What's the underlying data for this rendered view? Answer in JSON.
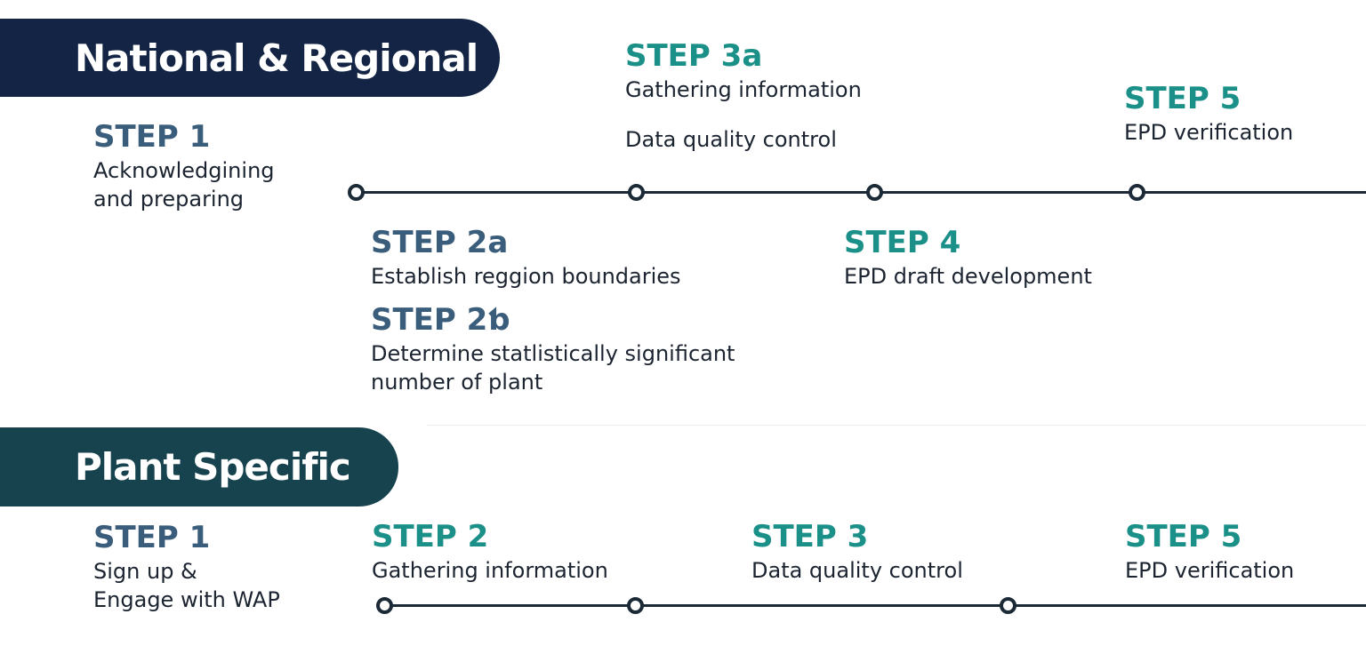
{
  "national": {
    "banner": "National & Regional",
    "steps": {
      "s1": {
        "title": "STEP 1",
        "lines": [
          "Acknowledgining",
          "and preparing"
        ]
      },
      "s2a": {
        "title": "STEP 2a",
        "lines": [
          "Establish reggion boundaries"
        ]
      },
      "s2b": {
        "title": "STEP 2ƅ",
        "lines": [
          "Determine statlistically significant",
          "number of plant"
        ]
      },
      "s3a": {
        "title": "STEP 3a",
        "lines": [
          "Gathering information"
        ]
      },
      "s3_extra": {
        "lines": [
          "Data quality control"
        ]
      },
      "s4": {
        "title": "STEP 4",
        "lines": [
          "EPD draft development"
        ]
      },
      "s5": {
        "title": "STEP 5",
        "lines": [
          "EPD verification"
        ]
      }
    }
  },
  "plant": {
    "banner": "Plant Specific",
    "steps": {
      "s1": {
        "title": "STEP 1",
        "lines": [
          "Sign up &",
          "Engage with WAP"
        ]
      },
      "s2": {
        "title": "STEP 2",
        "lines": [
          "Gathering information"
        ]
      },
      "s3": {
        "title": "STEP 3",
        "lines": [
          "Data quality control"
        ]
      },
      "s5": {
        "title": "STEP 5",
        "lines": [
          "EPD verification"
        ]
      }
    }
  },
  "colors": {
    "national_banner": "#132445",
    "plant_banner": "#17434f",
    "step_blue": "#3b5d7c",
    "step_teal": "#1b9088",
    "timeline": "#1b2a36"
  }
}
